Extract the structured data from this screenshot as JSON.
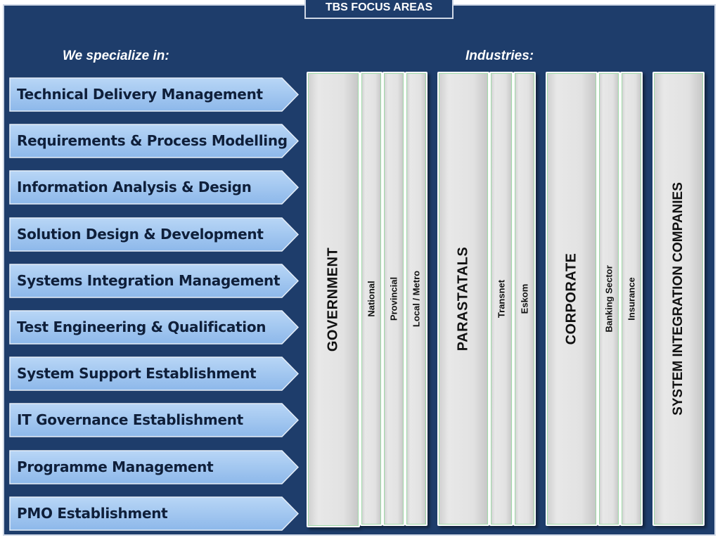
{
  "title": "TBS FOCUS AREAS",
  "specialize_heading": "We specialize in:",
  "industries_heading": "Industries:",
  "services": [
    {
      "label": "Technical Delivery Management"
    },
    {
      "label": "Requirements & Process Modelling"
    },
    {
      "label": "Information Analysis & Design"
    },
    {
      "label": "Solution Design & Development"
    },
    {
      "label": "Systems Integration Management"
    },
    {
      "label": "Test Engineering & Qualification"
    },
    {
      "label": "System Support Establishment"
    },
    {
      "label": "IT Governance Establishment"
    },
    {
      "label": "Programme Management"
    },
    {
      "label": "PMO Establishment"
    }
  ],
  "industries": {
    "government": {
      "label": "GOVERNMENT",
      "subs": [
        "National",
        "Provincial",
        "Local / Metro"
      ]
    },
    "parastatals": {
      "label": "PARASTATALS",
      "subs": [
        "Transnet",
        "Eskom"
      ]
    },
    "corporate": {
      "label": "CORPORATE",
      "subs": [
        "Banking Sector",
        "Insurance"
      ]
    },
    "sic": {
      "label": "SYSTEM INTEGRATION COMPANIES"
    }
  },
  "colors": {
    "background": "#1e3d6b",
    "arrow_fill": "#9cc3ef",
    "column_fill": "#e2e2e2"
  }
}
